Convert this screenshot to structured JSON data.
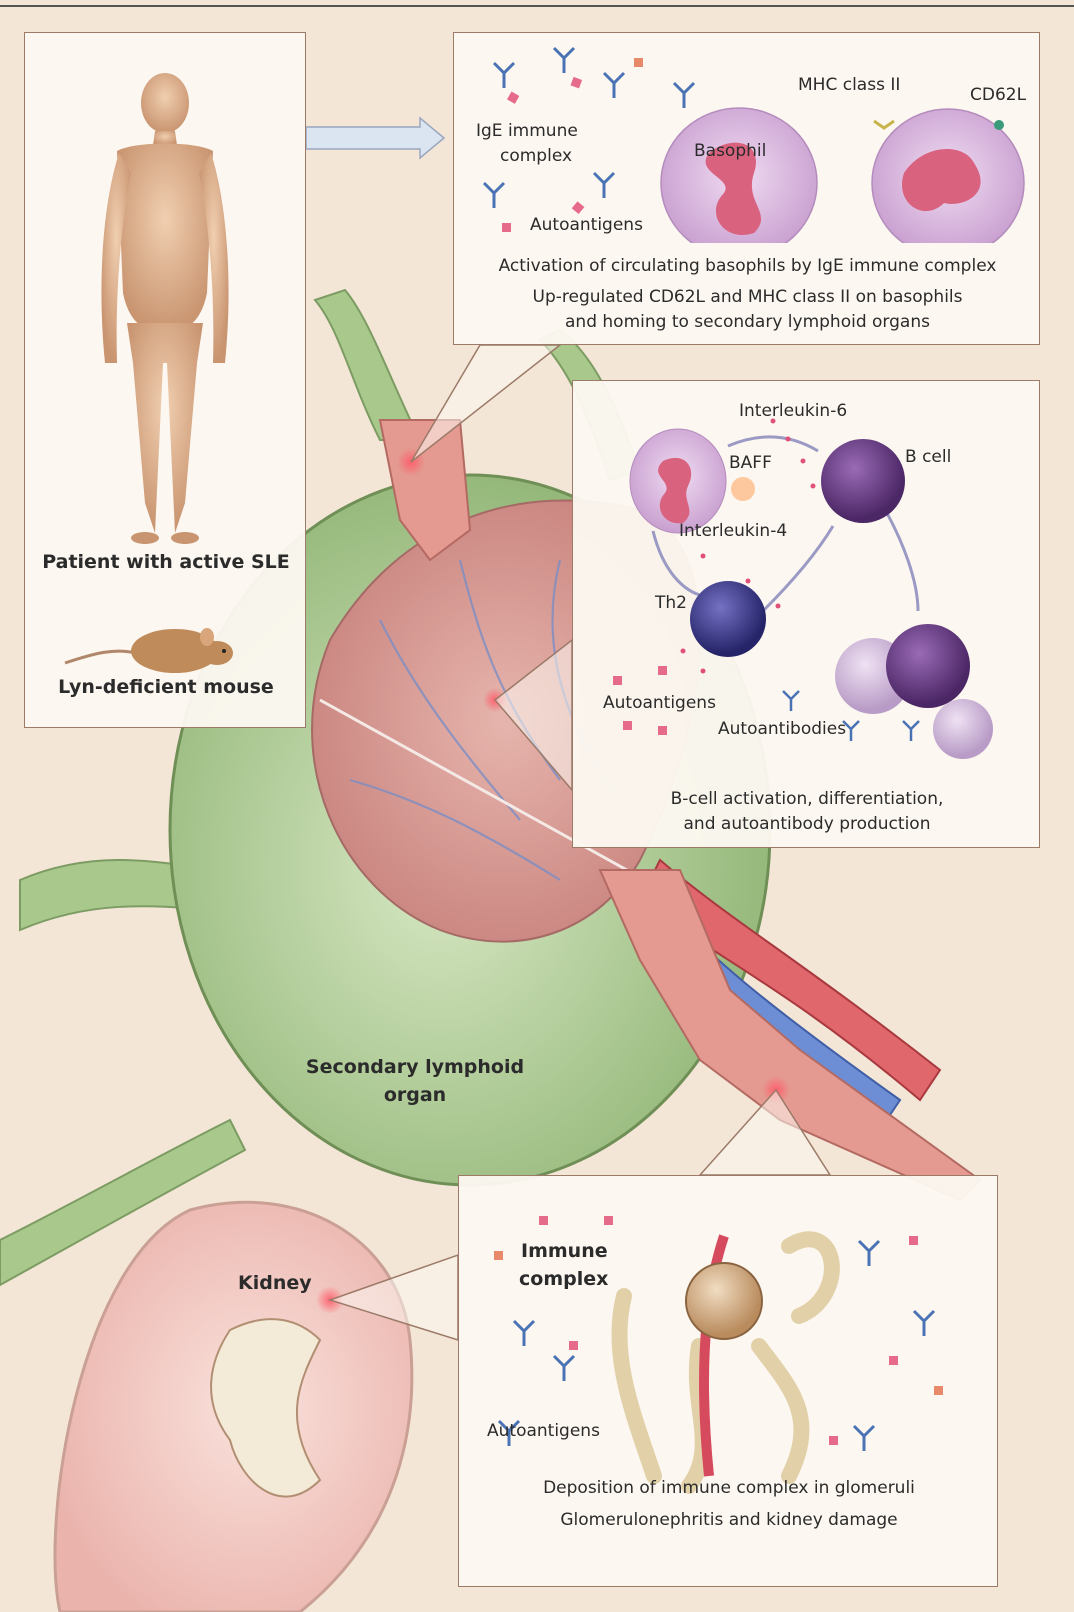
{
  "patient_panel": {
    "patient_label": "Patient with active SLE",
    "mouse_label": "Lyn-deficient mouse"
  },
  "basophil_panel": {
    "ige_label_line1": "IgE immune",
    "ige_label_line2": "complex",
    "autoantigens": "Autoantigens",
    "basophil": "Basophil",
    "mhc": "MHC class II",
    "cd62l": "CD62L",
    "caption1": "Activation of circulating basophils by IgE immune complex",
    "caption2": "Up-regulated CD62L and MHC class II on basophils",
    "caption3": "and homing to secondary lymphoid organs"
  },
  "bcell_panel": {
    "il6": "Interleukin-6",
    "baff": "BAFF",
    "bcell": "B cell",
    "il4": "Interleukin-4",
    "th2": "Th2",
    "autoantigens": "Autoantigens",
    "autoantibodies": "Autoantibodies",
    "caption1": "B-cell activation, differentiation,",
    "caption2": "and autoantibody production"
  },
  "organ_label_line1": "Secondary lymphoid",
  "organ_label_line2": "organ",
  "kidney_label": "Kidney",
  "kidney_panel": {
    "immune_line1": "Immune",
    "immune_line2": "complex",
    "autoantigens": "Autoantigens",
    "caption1": "Deposition of immune complex in glomeruli",
    "caption2": "Glomerulonephritis and kidney damage"
  },
  "colors": {
    "background": "#f4e6d6",
    "organ_capsule": "#a9c88c",
    "organ_interior": "#d99a95",
    "vessel": "#e49a90",
    "basophil": "#d9b3dd",
    "bcell": "#6a3f86",
    "th2": "#3b3a8c",
    "antibody": "#4a73b5"
  }
}
